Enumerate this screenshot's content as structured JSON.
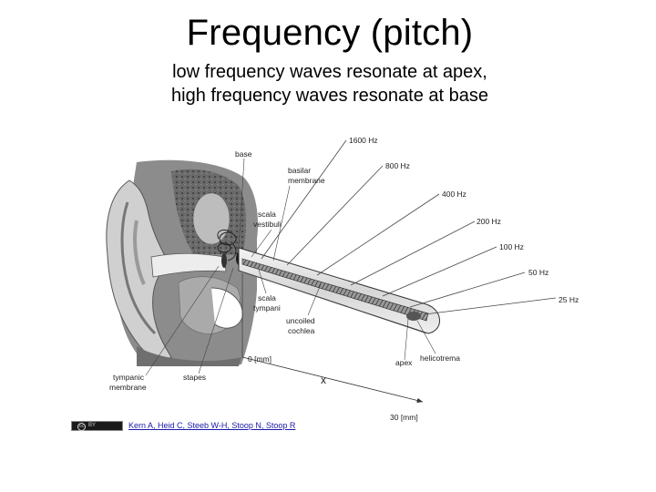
{
  "slide": {
    "title": "Frequency (pitch)",
    "subtitle_line1": "low frequency waves resonate at apex,",
    "subtitle_line2": "high frequency waves resonate at base"
  },
  "diagram": {
    "labels": {
      "base": "base",
      "basilar_1": "basilar",
      "basilar_2": "membrane",
      "scala_v_1": "scala",
      "scala_v_2": "vestibuli",
      "scala_t_1": "scala",
      "scala_t_2": "tympani",
      "uncoiled_1": "uncoiled",
      "uncoiled_2": "cochlea",
      "apex": "apex",
      "helicotrema": "helicotrema",
      "tympanic_1": "tympanic",
      "tympanic_2": "membrane",
      "stapes": "stapes",
      "zero_mm": "0 [mm]",
      "thirty_mm": "30 [mm]",
      "x_axis": "x"
    },
    "frequencies": [
      "1600 Hz",
      "800 Hz",
      "400 Hz",
      "200 Hz",
      "100 Hz",
      "50 Hz",
      "25 Hz"
    ]
  },
  "footer": {
    "license_badge": "BY",
    "credit": "Kern A, Heid C, Steeb W-H, Stoop N, Stoop R"
  }
}
